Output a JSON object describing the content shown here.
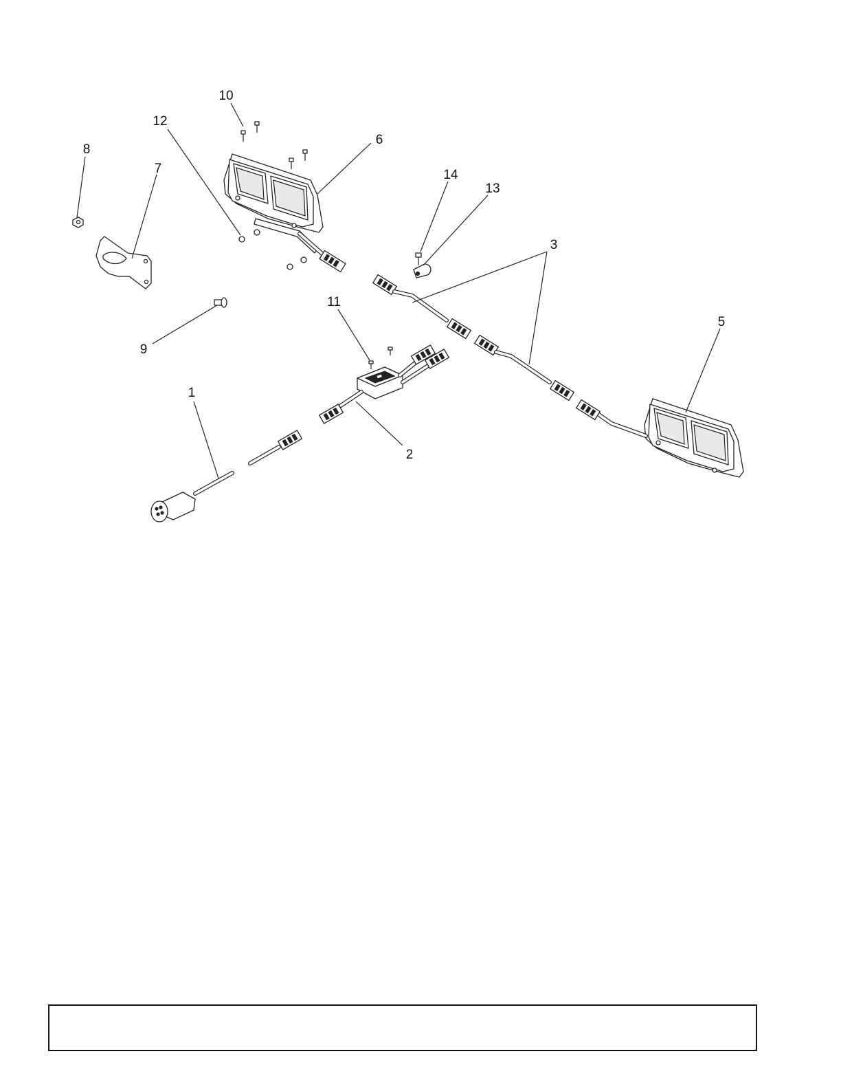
{
  "diagram": {
    "callouts": [
      {
        "id": "1",
        "label": "1"
      },
      {
        "id": "2",
        "label": "2"
      },
      {
        "id": "3",
        "label": "3"
      },
      {
        "id": "5",
        "label": "5"
      },
      {
        "id": "6",
        "label": "6"
      },
      {
        "id": "7",
        "label": "7"
      },
      {
        "id": "8",
        "label": "8"
      },
      {
        "id": "9",
        "label": "9"
      },
      {
        "id": "10",
        "label": "10"
      },
      {
        "id": "11",
        "label": "11"
      },
      {
        "id": "12",
        "label": "12"
      },
      {
        "id": "13",
        "label": "13"
      },
      {
        "id": "14",
        "label": "14"
      }
    ]
  },
  "caption_box": {
    "text": ""
  }
}
